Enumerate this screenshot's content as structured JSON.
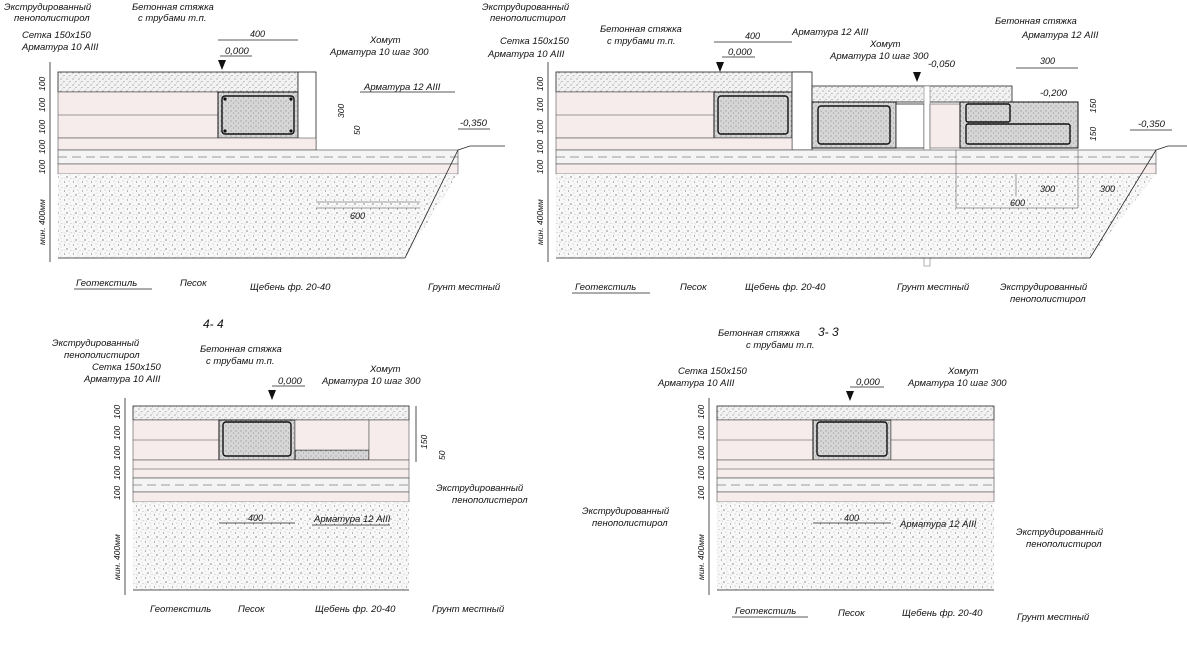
{
  "sections": {
    "top_left": {
      "labels": {
        "eps": [
          "Экструдированный",
          "пенополистирол"
        ],
        "mesh": [
          "Сетка 150х150",
          "Арматура  10 AIII"
        ],
        "screed": [
          "Бетонная стяжка",
          "с трубами т.п."
        ],
        "clamp": [
          "Хомут",
          "Арматура  10 шаг 300"
        ],
        "rebar": "Арматура  12 AIII",
        "level_top": "0,000",
        "level_ground": "-0,350",
        "dim_top": "400",
        "dim_h": "300",
        "dim_small": "50",
        "dim_bottom": "600",
        "vert": [
          "100",
          "100",
          "100",
          "100",
          "100",
          "мин. 400мм"
        ],
        "geotextile": "Геотекстиль",
        "sand": "Песок",
        "gravel": "Щебень фр. 20-40",
        "soil": "Грунт местный"
      }
    },
    "top_right": {
      "labels": {
        "eps": [
          "Экструдированный",
          "пенополистирол"
        ],
        "mesh": [
          "Сетка 150х150",
          "Арматура  10 AIII"
        ],
        "screed": [
          "Бетонная стяжка",
          "с трубами т.п."
        ],
        "screed2": [
          "Бетонная стяжка",
          "Арматура  12 AIII"
        ],
        "clamp": [
          "Хомут",
          "Арматура  10 шаг 300"
        ],
        "rebar": "Арматура  12 AIII",
        "level_top": "0,000",
        "level_050": "-0,050",
        "level_200": "-0,200",
        "level_ground": "-0,350",
        "dim_top": "400",
        "dim_300a": "300",
        "dim_150a": "150",
        "dim_150b": "150",
        "dim_300b": "300",
        "dim_300c": "300",
        "dim_600": "600",
        "vert": [
          "100",
          "100",
          "100",
          "100",
          "100",
          "мин. 400мм"
        ],
        "geotextile": "Геотекстиль",
        "sand": "Песок",
        "gravel": "Щебень фр. 20-40",
        "soil": "Грунт местный",
        "eps_bottom": [
          "Экструдированный",
          "пенополистирол"
        ]
      }
    },
    "bottom_left": {
      "title": "4- 4",
      "labels": {
        "eps": [
          "Экструдированный",
          "пенополистирол"
        ],
        "mesh": [
          "Сетка 150х150",
          "Арматура  10 AIII"
        ],
        "screed": [
          "Бетонная стяжка",
          "с трубами т.п."
        ],
        "clamp": [
          "Хомут",
          "Арматура  10 шаг 300"
        ],
        "level_top": "0,000",
        "dim_150": "150",
        "dim_50": "50",
        "dim_400": "400",
        "rebar": "Арматура  12 AIII",
        "eps_right": [
          "Экструдированный",
          "пенополистерол"
        ],
        "vert": [
          "100",
          "100",
          "100",
          "100",
          "100",
          "мин. 400мм"
        ],
        "geotextile": "Геотекстиль",
        "sand": "Песок",
        "gravel": "Щебень фр. 20-40",
        "soil": "Грунт местный"
      }
    },
    "bottom_right": {
      "title": "3- 3",
      "labels": {
        "screed": [
          "Бетонная стяжка",
          "с трубами т.п."
        ],
        "mesh": [
          "Сетка 150х150",
          "Арматура  10 AIII"
        ],
        "clamp": [
          "Хомут",
          "Арматура  10 шаг 300"
        ],
        "level_top": "0,000",
        "dim_400": "400",
        "rebar": "Арматура 12 AIII",
        "eps_left": [
          "Экструдированный",
          "пенополистирол"
        ],
        "eps_right": [
          "Экструдированный",
          "пенополистирол"
        ],
        "vert": [
          "100",
          "100",
          "100",
          "100",
          "100",
          "мин. 400мм"
        ],
        "geotextile": "Геотекстиль",
        "sand": "Песок",
        "gravel": "Щебень фр. 20-40",
        "soil": "Грунт местный"
      }
    }
  }
}
